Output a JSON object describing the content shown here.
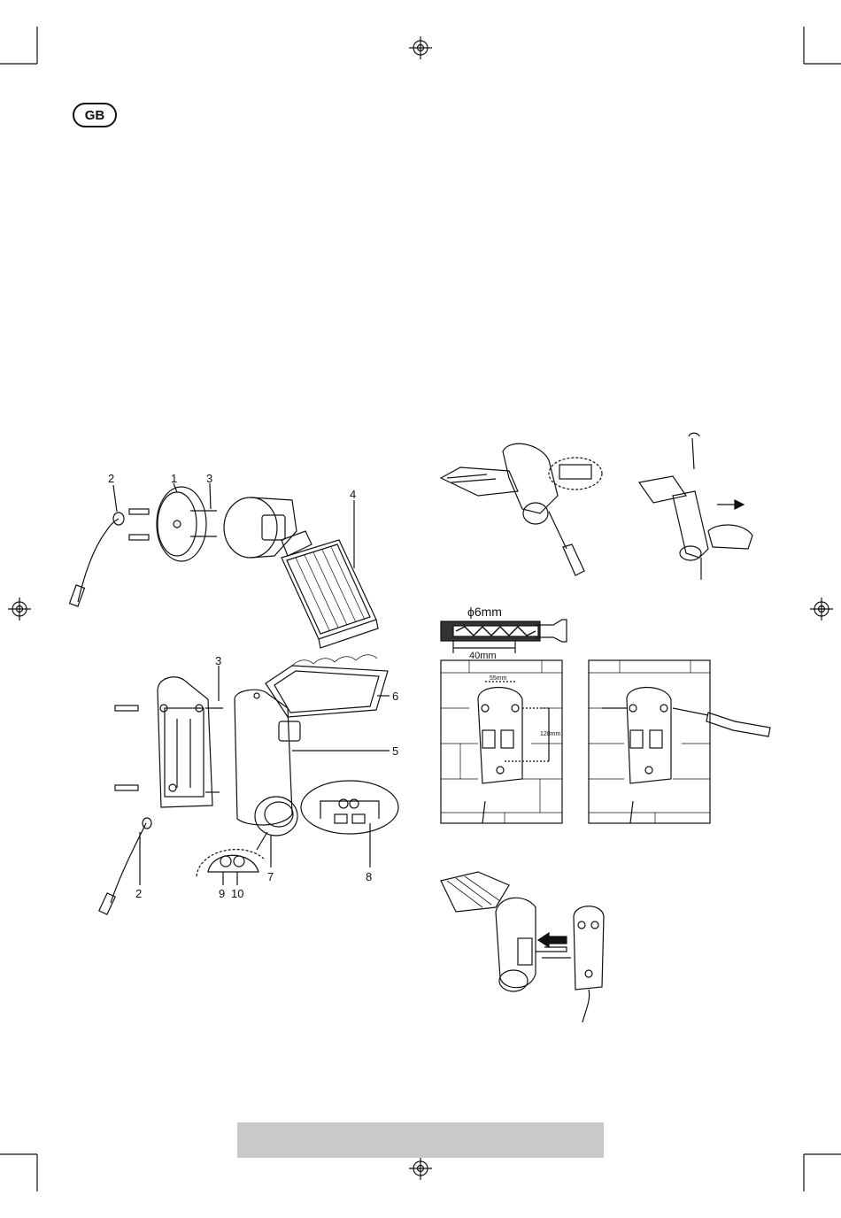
{
  "language_badge": "GB",
  "callouts": {
    "c1": "1",
    "c2a": "2",
    "c3a": "3",
    "c4": "4",
    "c3b": "3",
    "c6": "6",
    "c5": "5",
    "c7": "7",
    "c8": "8",
    "c2b": "2",
    "c9": "9",
    "c10": "10"
  },
  "drill": {
    "diameter": "ϕ6mm",
    "depth": "40mm"
  },
  "wall": {
    "spacing_h": "55mm",
    "spacing_v": "128mm"
  },
  "colors": {
    "line": "#111111",
    "footer_bar": "#c9c9c9"
  }
}
